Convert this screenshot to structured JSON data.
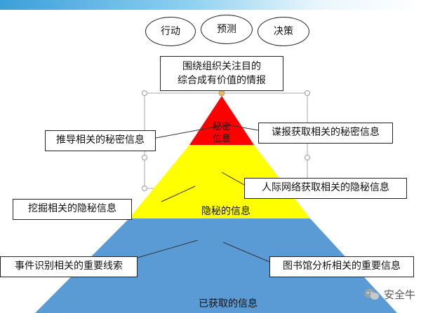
{
  "top_ovals": [
    "行动",
    "预测",
    "决策"
  ],
  "apex_box": [
    "围绕组织关注目的",
    "综合成有价值的情报"
  ],
  "layers": {
    "top": [
      "秘密",
      "信息"
    ],
    "middle": "隐秘的信息",
    "bottom": "已获取的信息"
  },
  "callouts": {
    "left_top": "推导相关的秘密信息",
    "right_top": "谍报获取相关的秘密信息",
    "left_mid": "挖掘相关的隐秘信息",
    "right_mid": "人际网络获取相关的隐秘信息",
    "left_bottom": "事件识别相关的重要线索",
    "right_bottom": "图书馆分析相关的重要信息"
  },
  "watermark": "安全牛",
  "colors": {
    "top_layer": "#ff0000",
    "middle_layer": "#ffff00",
    "bottom_layer": "#5b9bd5",
    "apex_dot": "#f0b94b"
  }
}
